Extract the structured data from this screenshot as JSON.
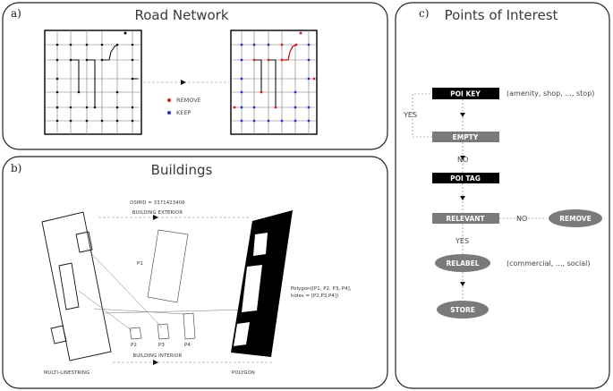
{
  "panels": {
    "a": {
      "letter": "a)",
      "title": "Road Network"
    },
    "b": {
      "letter": "b)",
      "title": "Buildings"
    },
    "c": {
      "letter": "c)",
      "title": "Points of Interest"
    }
  },
  "road": {
    "legend": [
      {
        "label": "REMOVE",
        "color": "#d62020"
      },
      {
        "label": "KEEP",
        "color": "#2a2ad6"
      }
    ]
  },
  "buildings": {
    "osmid": "OSMID = 3371423406",
    "exterior": "BUILDING EXTERIOR",
    "interior": "BUILDING INTERIOR",
    "p1": "P1",
    "p2": "P2",
    "p3": "P3",
    "p4": "P4",
    "polygon_line1": "Polygon([P1, P2, P3, P4],",
    "polygon_line2": "holes = [P2,P3,P4])",
    "left_label": "MULTI-LINESTRING",
    "right_label": "POLYGON"
  },
  "poi": {
    "poi_key": "POI KEY",
    "key_examples": "(amenity, shop, ..., stop)",
    "empty": "EMPTY",
    "yes1": "YES",
    "no1": "NO",
    "poi_tag": "POI TAG",
    "relevant": "RELEVANT",
    "no2": "NO",
    "remove": "REMOVE",
    "yes2": "YES",
    "relabel": "RELABEL",
    "relabel_examples": "(commercial, ..., social)",
    "store": "STORE"
  }
}
